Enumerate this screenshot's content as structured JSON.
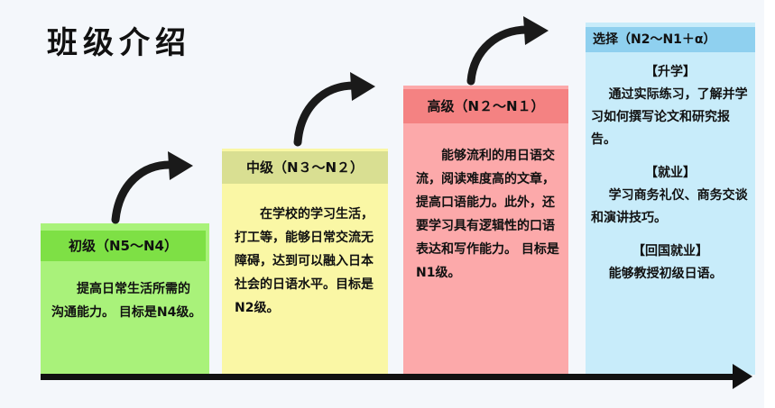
{
  "title": "班级介绍",
  "columns": [
    {
      "heading": "初级（N5～N4）",
      "body": "提高日常生活所需的沟通能力。 目标是N4级。",
      "bg": "#a9f27a",
      "head_bg": "#7ee045"
    },
    {
      "heading": "中级（N３～N２）",
      "body": "在学校的学习生活，打工等，能够日常交流无障碍，达到可以融入日本社会的日语水平。目标是N2级。",
      "bg": "#faf7a5",
      "head_bg": "#d9df92"
    },
    {
      "heading": "高级（N２～N１）",
      "body": "能够流利的用日语交流，阅读难度高的文章，提高口语能力。此外，还要学习具有逻辑性的口语表达和写作能力。 目标是N1级。",
      "bg": "#fca9aa",
      "head_bg": "#f48282"
    },
    {
      "heading": "选择（N2～N1＋α）",
      "bg": "#c8ecfa",
      "head_bg": "#8fd0ef",
      "sections": [
        {
          "title": "【升学】",
          "text": "通过实际练习，了解并学习如何撰写论文和研究报告。"
        },
        {
          "title": "【就业】",
          "text": "学习商务礼仪、商务交谈和演讲技巧。"
        },
        {
          "title": "【回国就业】",
          "text": "能够教授初级日语。"
        }
      ]
    }
  ],
  "icons": [
    "curved-arrow-icon",
    "timeline-arrow-icon"
  ]
}
